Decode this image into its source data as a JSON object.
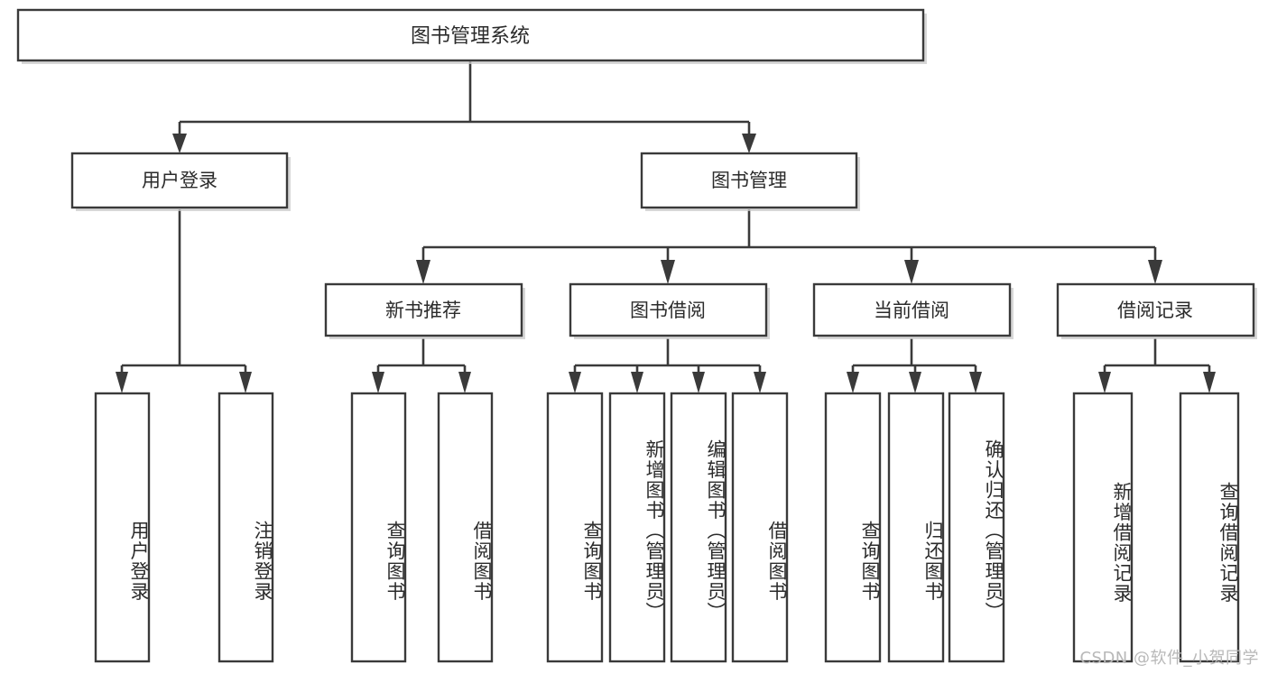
{
  "diagram": {
    "type": "tree-hierarchy",
    "title": "图书管理系统",
    "orientation": "top-down",
    "colors": {
      "stroke": "#3a3a3a",
      "fill": "#ffffff",
      "text": "#2b2b2b",
      "shadow": "#c9c9c9",
      "watermark": "#b8b8b8"
    },
    "root": {
      "id": "root",
      "label": "图书管理系统"
    },
    "level1": [
      {
        "id": "user-login",
        "label": "用户登录"
      },
      {
        "id": "book-manage",
        "label": "图书管理"
      }
    ],
    "level2": [
      {
        "id": "new-book-rec",
        "label": "新书推荐",
        "parent": "book-manage"
      },
      {
        "id": "book-borrow",
        "label": "图书借阅",
        "parent": "book-manage"
      },
      {
        "id": "current-borrow",
        "label": "当前借阅",
        "parent": "book-manage"
      },
      {
        "id": "borrow-record",
        "label": "借阅记录",
        "parent": "book-manage"
      }
    ],
    "leaves": {
      "user-login": [
        {
          "id": "leaf-user-login",
          "label": "用户登录"
        },
        {
          "id": "leaf-user-logout",
          "label": "注销登录"
        }
      ],
      "new-book-rec": [
        {
          "id": "leaf-query-book-1",
          "label": "查询图书"
        },
        {
          "id": "leaf-borrow-book-1",
          "label": "借阅图书"
        }
      ],
      "book-borrow": [
        {
          "id": "leaf-query-book-2",
          "label": "查询图书"
        },
        {
          "id": "leaf-add-book",
          "label": "新增图书（管理员）"
        },
        {
          "id": "leaf-edit-book",
          "label": "编辑图书（管理员）"
        },
        {
          "id": "leaf-borrow-book-2",
          "label": "借阅图书"
        }
      ],
      "current-borrow": [
        {
          "id": "leaf-query-book-3",
          "label": "查询图书"
        },
        {
          "id": "leaf-return-book",
          "label": "归还图书"
        },
        {
          "id": "leaf-confirm-return",
          "label": "确认归还（管理员）"
        }
      ],
      "borrow-record": [
        {
          "id": "leaf-add-record",
          "label": "新增借阅记录"
        },
        {
          "id": "leaf-query-record",
          "label": "查询借阅记录"
        }
      ]
    }
  },
  "watermark": {
    "text": "CSDN @软件_小贺同学"
  }
}
